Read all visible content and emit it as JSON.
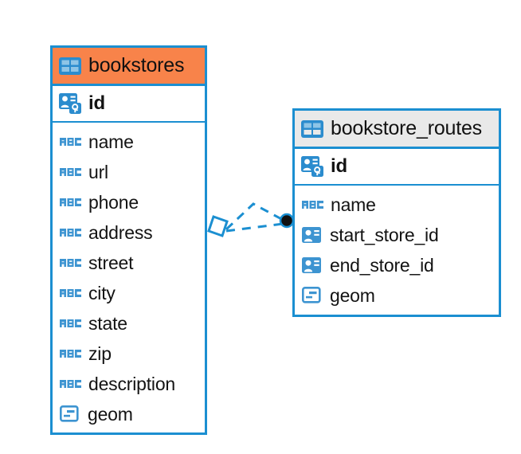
{
  "diagram": {
    "type": "entity-relationship-diagram",
    "background_color": "#ffffff",
    "accent_color": "#1b8fd1",
    "highlight_color": "#f8834a",
    "header_gray": "#e9e9e9"
  },
  "entities": [
    {
      "name": "bookstores",
      "header_icon": "table-icon",
      "header_color": "#f8834a",
      "primary_key": {
        "label": "id",
        "icon": "primary-key-icon"
      },
      "fields": [
        {
          "label": "name",
          "icon": "abc-icon"
        },
        {
          "label": "url",
          "icon": "abc-icon"
        },
        {
          "label": "phone",
          "icon": "abc-icon"
        },
        {
          "label": "address",
          "icon": "abc-icon"
        },
        {
          "label": "street",
          "icon": "abc-icon"
        },
        {
          "label": "city",
          "icon": "abc-icon"
        },
        {
          "label": "state",
          "icon": "abc-icon"
        },
        {
          "label": "zip",
          "icon": "abc-icon"
        },
        {
          "label": "description",
          "icon": "abc-icon"
        },
        {
          "label": "geom",
          "icon": "geometry-icon"
        }
      ]
    },
    {
      "name": "bookstore_routes",
      "header_icon": "table-icon",
      "header_color": "#e9e9e9",
      "primary_key": {
        "label": "id",
        "icon": "primary-key-icon"
      },
      "fields": [
        {
          "label": "name",
          "icon": "abc-icon"
        },
        {
          "label": "start_store_id",
          "icon": "foreign-key-icon"
        },
        {
          "label": "end_store_id",
          "icon": "foreign-key-icon"
        },
        {
          "label": "geom",
          "icon": "geometry-icon"
        }
      ]
    }
  ],
  "relationship": {
    "from_entity": "bookstores",
    "to_entity": "bookstore_routes",
    "line_style": "dashed",
    "line_color": "#1b8fd1",
    "source_marker": "diamond-marker",
    "target_marker": "filled-circle-marker"
  },
  "icon_text": {
    "abc": "ABC"
  }
}
